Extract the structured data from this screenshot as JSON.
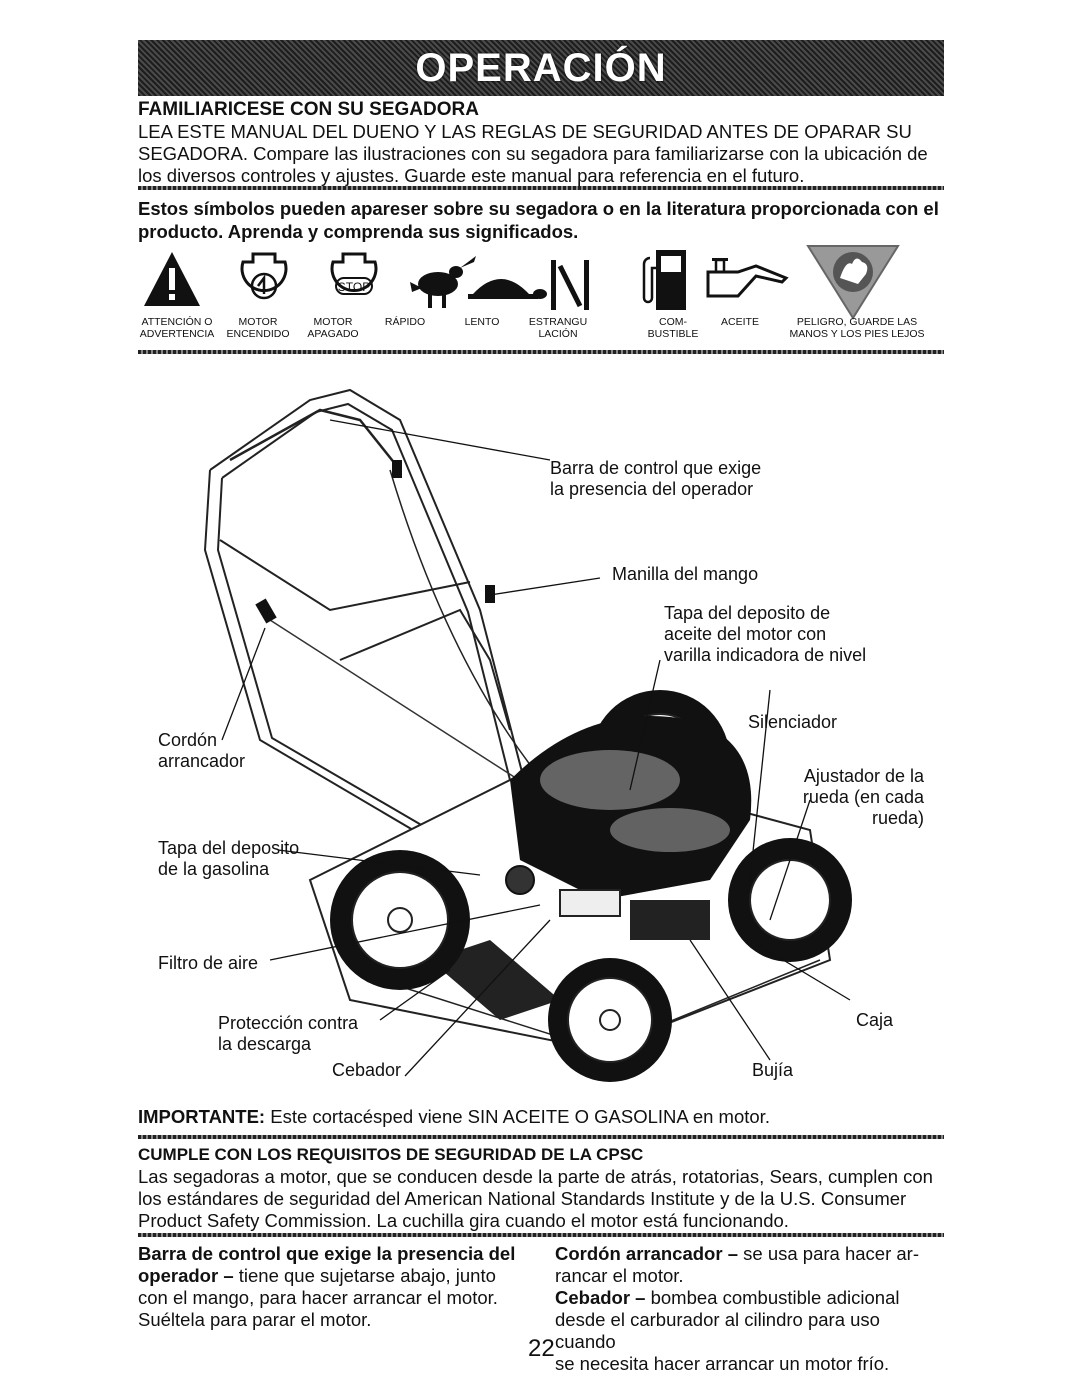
{
  "banner": {
    "title": "OPERACIÓN"
  },
  "section1": {
    "heading": "FAMILIARICESE CON SU SEGADORA",
    "lines": [
      "LEA ESTE MANUAL DEL DUENO Y LAS REGLAS DE SEGURIDAD ANTES DE OPARAR SU",
      "SEGADORA.  Compare las ilustraciones con su segadora para familiarizarse con la ubicación de",
      "los diversos controles y ajustes.  Guarde este manual para referencia en el futuro."
    ]
  },
  "symbols_intro": [
    "Estos símbolos pueden apareser sobre su segadora o en la literatura proporcionada con el",
    "producto.  Aprenda y comprenda sus significados."
  ],
  "symbols": [
    {
      "icon": "warning-triangle-icon",
      "line1": "ATTENCIÓN O",
      "line2": "ADVERTENCIA"
    },
    {
      "icon": "engine-on-icon",
      "line1": "MOTOR",
      "line2": "ENCENDIDO"
    },
    {
      "icon": "engine-stop-icon",
      "line1": "MOTOR",
      "line2": "APAGADO",
      "stop_text": "STOP"
    },
    {
      "icon": "rabbit-icon",
      "line1": "RÁPIDO",
      "line2": ""
    },
    {
      "icon": "turtle-icon",
      "line1": "LENTO",
      "line2": ""
    },
    {
      "icon": "choke-icon",
      "line1": "ESTRANGU",
      "line2": "LACIÓN"
    },
    {
      "icon": "fuel-pump-icon",
      "line1": "COM-",
      "line2": "BUSTIBLE"
    },
    {
      "icon": "oil-can-icon",
      "line1": "ACEITE",
      "line2": ""
    },
    {
      "icon": "hand-danger-icon",
      "line1": "PELIGRO, GUARDE LAS",
      "line2": "MANOS Y LOS PIES LEJOS"
    }
  ],
  "diagram": {
    "callouts": {
      "barra_1": "Barra de control que exige",
      "barra_2": "la presencia del operador",
      "manilla": "Manilla del mango",
      "tapa_aceite_1": "Tapa del deposito de",
      "tapa_aceite_2": "aceite del motor con",
      "tapa_aceite_3": "varilla indicadora de nivel",
      "silenciador": "Silenciador",
      "ajustador_1": "Ajustador de la",
      "ajustador_2": "rueda (en cada",
      "ajustador_3": "rueda)",
      "cordon_1": "Cordón",
      "cordon_2": "arrancador",
      "tapa_gas_1": "Tapa del deposito",
      "tapa_gas_2": "de la gasolina",
      "filtro": "Filtro de aire",
      "proteccion_1": "Protección contra",
      "proteccion_2": "la descarga",
      "cebador": "Cebador",
      "bujia": "Bujía",
      "caja": "Caja"
    }
  },
  "importante": {
    "label": "IMPORTANTE:",
    "text": "Este cortacésped viene SIN ACEITE O GASOLINA en motor."
  },
  "cpsc": {
    "heading": "CUMPLE CON LOS REQUISITOS DE SEGURIDAD DE LA CPSC",
    "lines": [
      "Las segadoras a motor, que se conducen desde la parte de atrás, rotatorias, Sears, cumplen con",
      "los estándares de seguridad del American National Standards Institute y de la U.S. Consumer",
      "Product Safety Commission.  La cuchilla gira cuando el motor está funcionando."
    ]
  },
  "bottom": {
    "left_bold_1": "Barra de control que exige la presencia del",
    "left_bold_2": "operador –",
    "left_text_2": " tiene que sujetarse abajo, junto",
    "left_line_3": "con el mango, para hacer arrancar el motor.",
    "left_line_4": "Suéltela para parar el motor.",
    "right_bold_1": "Cordón arrancador –",
    "right_text_1": " se usa para hacer ar-",
    "right_line_2": "rancar el motor.",
    "right_bold_3": "Cebador –",
    "right_text_3": " bombea combustible adicional",
    "right_line_4": "desde el carburador al cilindro para uso cuando",
    "right_line_5": "se necesita hacer arrancar un motor frío."
  },
  "page_number": "22"
}
